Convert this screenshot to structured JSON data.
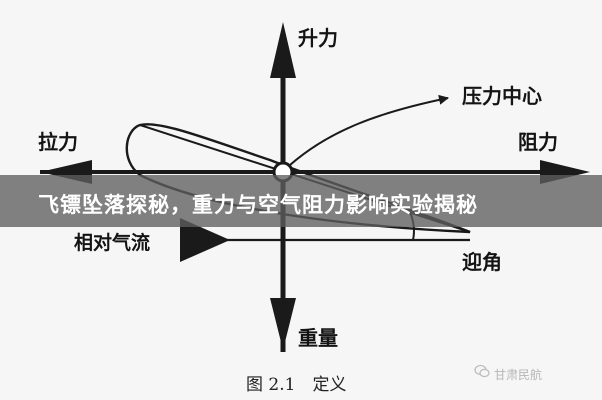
{
  "labels": {
    "lift": "升力",
    "drag": "阻力",
    "thrust": "拉力",
    "center_of_pressure": "压力中心",
    "relative_airflow": "相对气流",
    "angle_of_attack": "迎角",
    "weight": "重量"
  },
  "figure_caption": "图 2.1　定义",
  "banner_title": "飞镖坠落探秘，重力与空气阻力影响实验揭秘",
  "watermark": "甘肃民航",
  "icons": {
    "watermark_icon": "wechat-logo-icon"
  },
  "colors": {
    "ink": "#1a1a1a",
    "banner": "#5f5f5f",
    "banner_text": "#ffffff"
  }
}
